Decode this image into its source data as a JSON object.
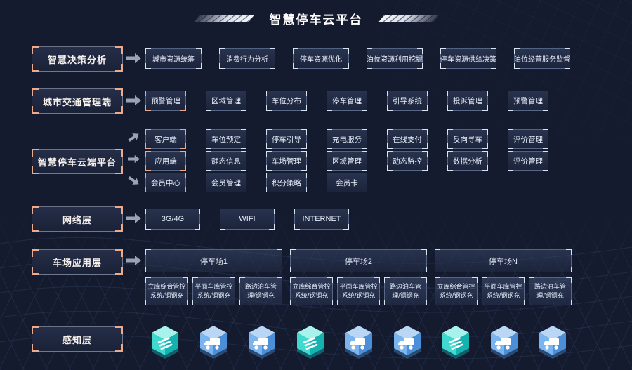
{
  "title": "智慧停车云平台",
  "colors": {
    "background": "#151b2e",
    "accent_corner": "#eeab8b",
    "box_border": "#7084a8",
    "teal_node": "#3fd9d0",
    "blue_node": "#7ab5f0"
  },
  "rows": {
    "decision": {
      "label": "智慧决策分析",
      "items": [
        {
          "label": "城市资源统筹"
        },
        {
          "label": "消费行为分析"
        },
        {
          "label": "停车资源优化"
        },
        {
          "label": "泊位资源利用挖掘"
        },
        {
          "label": "停车资源供给决策"
        },
        {
          "label": "泊位经营服务监督"
        }
      ]
    },
    "traffic": {
      "label": "城市交通管理端",
      "items": [
        {
          "label": "预警管理",
          "style": "hl"
        },
        {
          "label": "区域管理"
        },
        {
          "label": "车位分布"
        },
        {
          "label": "停车管理"
        },
        {
          "label": "引导系统"
        },
        {
          "label": "投诉管理"
        },
        {
          "label": "预警管理"
        }
      ]
    },
    "cloud": {
      "label": "智慧停车云端平台",
      "subrows": [
        {
          "items": [
            {
              "label": "客户端",
              "style": "hl"
            },
            {
              "label": "车位预定"
            },
            {
              "label": "停车引导"
            },
            {
              "label": "充电服务"
            },
            {
              "label": "在线支付"
            },
            {
              "label": "反向寻车"
            },
            {
              "label": "评价管理"
            }
          ]
        },
        {
          "items": [
            {
              "label": "应用端",
              "style": "hl"
            },
            {
              "label": "静态信息"
            },
            {
              "label": "车场管理"
            },
            {
              "label": "区域管理"
            },
            {
              "label": "动态监控"
            },
            {
              "label": "数据分析"
            },
            {
              "label": "评价管理"
            }
          ]
        },
        {
          "items": [
            {
              "label": "会员中心",
              "style": "hl"
            },
            {
              "label": "会员管理"
            },
            {
              "label": "积分策略"
            },
            {
              "label": "会员卡"
            }
          ]
        }
      ]
    },
    "network": {
      "label": "网络层",
      "items": [
        {
          "label": "3G/4G"
        },
        {
          "label": "WIFI"
        },
        {
          "label": "INTERNET"
        }
      ]
    },
    "parking": {
      "label": "车场应用层",
      "groups": [
        {
          "head": "停车场1",
          "items": [
            {
              "label": "立库综合管控系统/钢钢充"
            },
            {
              "label": "平面车库管控系统/钢钢充"
            },
            {
              "label": "路边泊车管理/钢钢充"
            }
          ]
        },
        {
          "head": "停车场2",
          "items": [
            {
              "label": "立库综合管控系统/钢钢充"
            },
            {
              "label": "平面车库管控系统/钢钢充"
            },
            {
              "label": "路边泊车管理/钢钢充"
            }
          ]
        },
        {
          "head": "停车场N",
          "items": [
            {
              "label": "立库综合管控系统/钢钢充"
            },
            {
              "label": "平面车库管控系统/钢钢充"
            },
            {
              "label": "路边泊车管理/钢钢充"
            }
          ]
        }
      ]
    },
    "sensing": {
      "label": "感知层",
      "sensors": [
        {
          "type": "barrier"
        },
        {
          "type": "truck"
        },
        {
          "type": "truck"
        },
        {
          "type": "barrier"
        },
        {
          "type": "truck"
        },
        {
          "type": "truck"
        },
        {
          "type": "barrier"
        },
        {
          "type": "truck"
        },
        {
          "type": "truck"
        }
      ]
    }
  }
}
